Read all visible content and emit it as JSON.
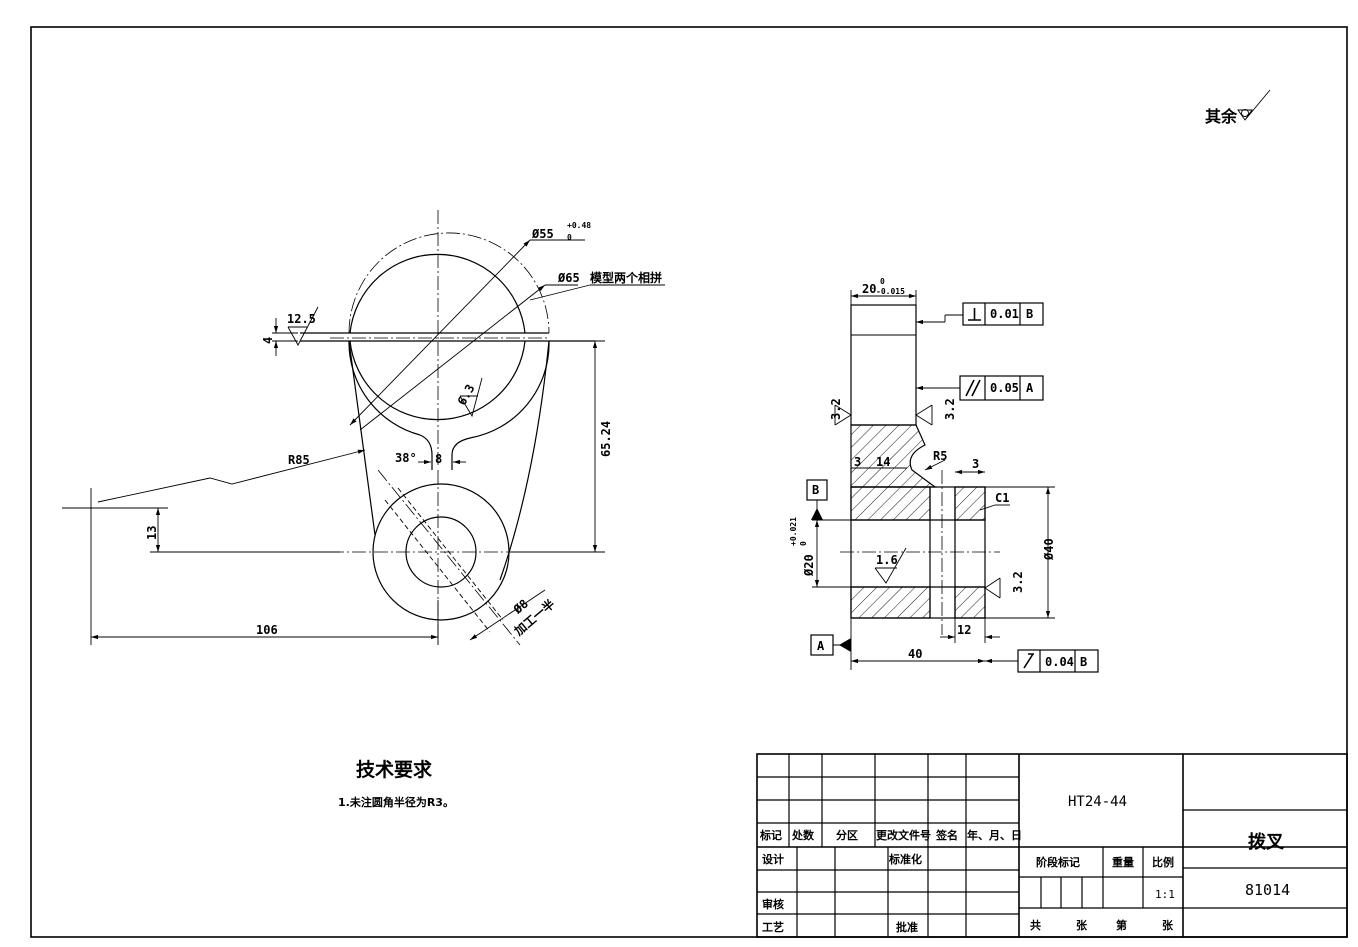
{
  "surface_note": {
    "text": "其余"
  },
  "front_view": {
    "dims": {
      "d55": "Ø55",
      "d55_tol_up": "+0.48",
      "d55_tol_low": "0",
      "d65": "Ø65",
      "note_mold": "模型两个相拼",
      "rough_125": "12.5",
      "gap_4": "4",
      "rough_63": "6.3",
      "r85": "R85",
      "angle_38": "38°",
      "width_8": "8",
      "h_6524": "65.24",
      "h_13": "13",
      "len_106": "106",
      "d8": "Ø8",
      "d8_note": "加工一半"
    }
  },
  "side_view": {
    "dims": {
      "w20": "20",
      "w20_tol_up": "0",
      "w20_tol_low": "-0.015",
      "perp_tol": "0.01",
      "perp_ref": "B",
      "par_tol": "0.05",
      "par_ref": "A",
      "rough_32_left": "3.2",
      "rough_32_right": "3.2",
      "d3_left": "3",
      "d14": "14",
      "r5": "R5",
      "d3_right": "3",
      "c1": "C1",
      "datum_b": "B",
      "d20": "Ø20",
      "d20_tol_up": "+0.021",
      "d20_tol_low": "0",
      "rough_16": "1.6",
      "d40_dia": "Ø40",
      "rough_32_bore": "3.2",
      "d12": "12",
      "datum_a": "A",
      "len40": "40",
      "runout_tol": "0.04",
      "runout_ref": "B"
    }
  },
  "tech_req": {
    "title": "技术要求",
    "item1": "1.未注圆角半径为R3。"
  },
  "title_block": {
    "material": "HT24-44",
    "part_name": "拨叉",
    "drawing_no": "81014",
    "rev_headers": [
      "标记",
      "处数",
      "分区",
      "更改文件号",
      "签名",
      "年、月、日"
    ],
    "design": "设计",
    "standardize": "标准化",
    "review": "审核",
    "process": "工艺",
    "approve": "批准",
    "stage_mark": "阶段标记",
    "weight": "重量",
    "scale_label": "比例",
    "scale": "1:1",
    "total": "共",
    "sheets": "张",
    "sheet_no": "第",
    "sheet_unit": "张"
  }
}
